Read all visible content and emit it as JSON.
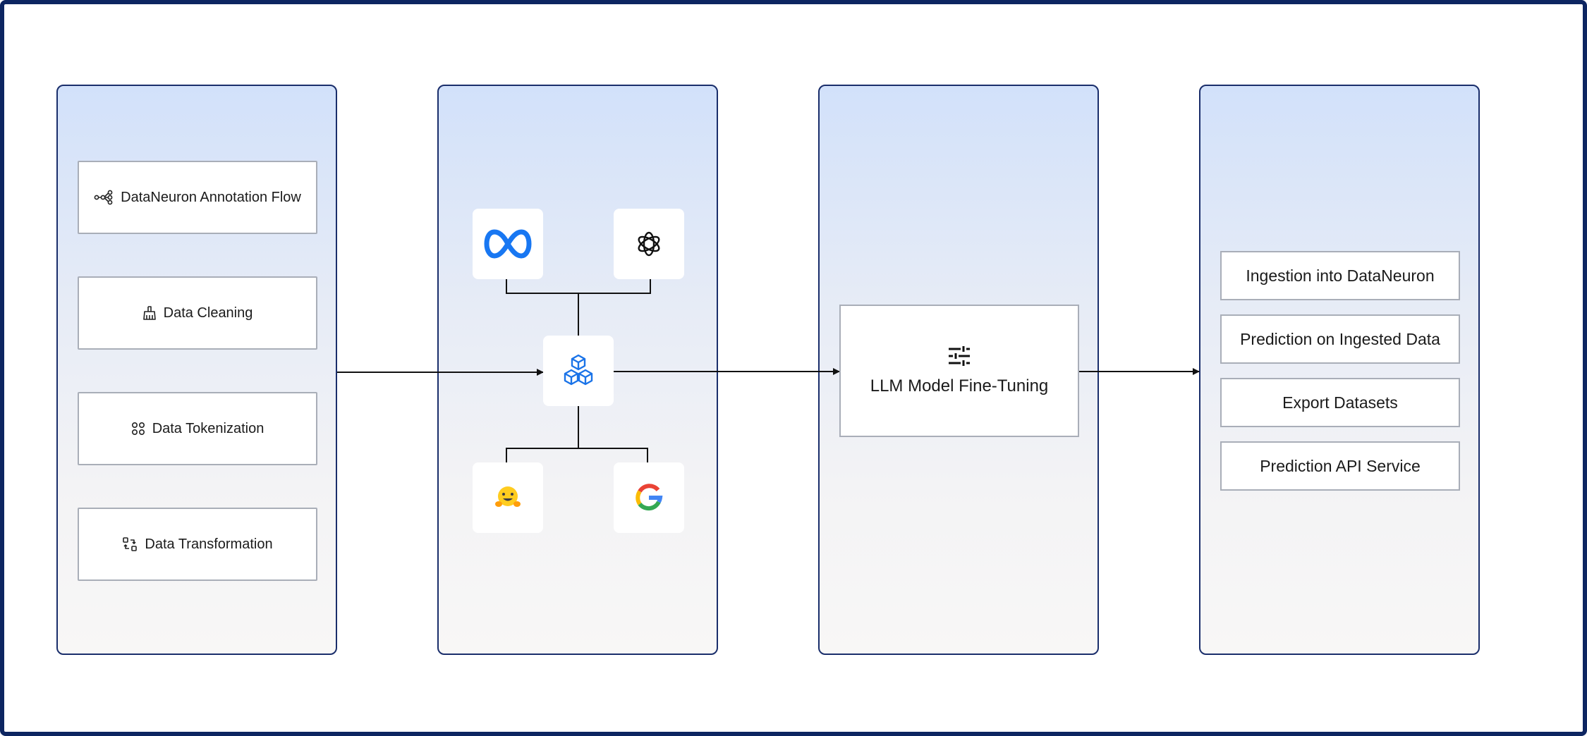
{
  "preparation": {
    "steps": [
      {
        "label": "DataNeuron Annotation Flow",
        "icon": "workflow-nodes-icon"
      },
      {
        "label": "Data Cleaning",
        "icon": "broom-icon"
      },
      {
        "label": "Data Tokenization",
        "icon": "tokens-icon"
      },
      {
        "label": "Data Transformation",
        "icon": "transform-icon"
      }
    ]
  },
  "models": {
    "providers": [
      {
        "name": "meta-logo-icon"
      },
      {
        "name": "openai-logo-icon"
      },
      {
        "name": "hugging-face-logo-icon"
      },
      {
        "name": "google-logo-icon"
      }
    ],
    "hub_icon": "cubes-stack-icon"
  },
  "finetuning": {
    "label": "LLM Model Fine-Tuning",
    "icon": "sliders-icon"
  },
  "outputs": {
    "items": [
      "Ingestion into DataNeuron",
      "Prediction on Ingested Data",
      "Export Datasets",
      "Prediction API Service"
    ]
  },
  "colors": {
    "frame_border": "#0d2561",
    "panel_border": "#1a2e6b",
    "panel_gradient_top": "#d2e1fa",
    "panel_gradient_bottom": "#f8f7f6",
    "box_border": "#a9aeb8",
    "meta_blue": "#1877f2",
    "hub_blue": "#1a73e8"
  }
}
